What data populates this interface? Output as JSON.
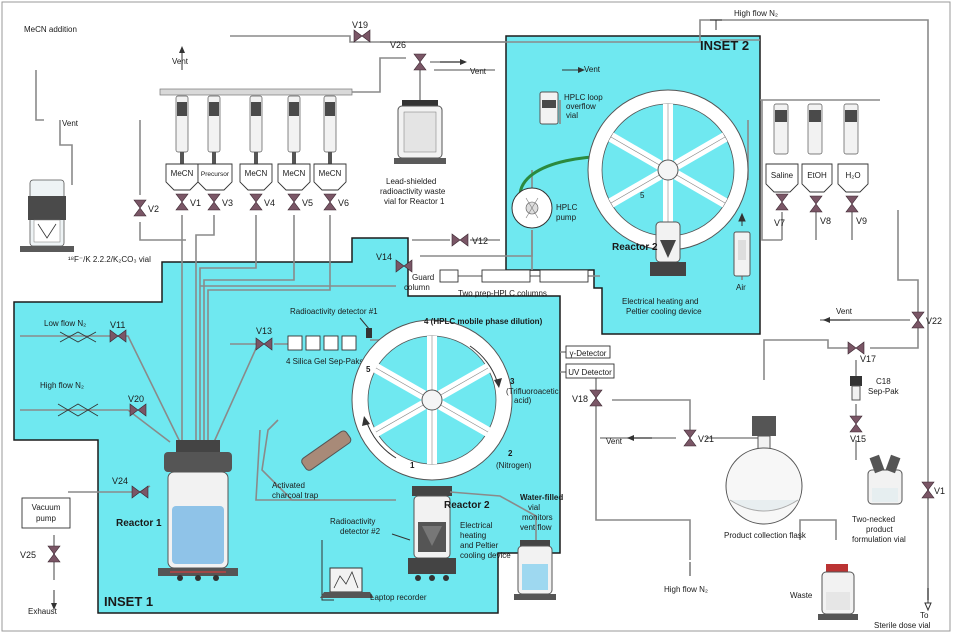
{
  "insets": {
    "inset1": "INSET 1",
    "inset2": "INSET 2"
  },
  "reactors": {
    "reactor1": "Reactor 1",
    "reactor2_main": "Reactor 2",
    "reactor2_inset": "Reactor 2"
  },
  "valves": [
    "V1",
    "V2",
    "V3",
    "V4",
    "V5",
    "V6",
    "V7",
    "V8",
    "V9",
    "V11",
    "V12",
    "V13",
    "V14",
    "V15",
    "V17",
    "V18",
    "V19",
    "V20",
    "V21",
    "V22",
    "V24",
    "V25",
    "V26",
    "V1"
  ],
  "reagent_vials": [
    "MeCN",
    "Precursor",
    "MeCN",
    "MeCN",
    "MeCN"
  ],
  "formulation_vials": [
    "Saline",
    "EtOH",
    "H₂O"
  ],
  "labels": {
    "mecn_addition": "MeCN addition",
    "vent_a": "Vent",
    "vent_b": "Vent",
    "vent_c": "Vent",
    "vent_d": "Vent",
    "vent_e": "Vent",
    "vent_f": "Vent",
    "f18_vial": "¹⁸F⁻/K 2.2.2/K₂CO₃ vial",
    "waste_vial_1": "Lead-shielded",
    "waste_vial_2": "radioactivity waste",
    "waste_vial_3": "vial for Reactor 1",
    "high_flow_n2_top": "High flow N₂",
    "hplc_loop_1": "HPLC loop",
    "hplc_loop_2": "overflow",
    "hplc_loop_3": "vial",
    "hplc_pump_1": "HPLC",
    "hplc_pump_2": "pump",
    "air": "Air",
    "guard_column_1": "Guard",
    "guard_column_2": "column",
    "prep_hplc": "Two prep-HPLC columns",
    "heating_inset2_1": "Electrical heating and",
    "heating_inset2_2": "Peltier cooling device",
    "low_flow_n2": "Low flow N₂",
    "high_flow_n2_left": "High flow N₂",
    "rad_detector_1": "Radioactivity detector #1",
    "silica": "4 Silica Gel Sep-Paks",
    "pos4": "4 (HPLC mobile phase dilution)",
    "pos5": "5",
    "pos3_1": "3",
    "pos3_2": "(Trifluoroacetic",
    "pos3_3": "acid)",
    "pos2_1": "2",
    "pos2_2": "(Nitrogen)",
    "pos1": "1",
    "gamma_detector": "γ-Detector",
    "uv_detector": "UV Detector",
    "c18_1": "C18",
    "c18_2": "Sep-Pak",
    "vacuum_1": "Vacuum",
    "vacuum_2": "pump",
    "exhaust": "Exhaust",
    "charcoal_1": "Activated",
    "charcoal_2": "charcoal trap",
    "rad_detector_2_1": "Radioactivity",
    "rad_detector_2_2": "detector #2",
    "heating_main_1": "Electrical",
    "heating_main_2": "heating",
    "heating_main_3": "and Peltier",
    "heating_main_4": "cooling device",
    "water_vial_1": "Water-filled",
    "water_vial_2": "vial",
    "water_vial_3": "monitors",
    "water_vial_4": "vent flow",
    "laptop": "Laptop recorder",
    "product_flask": "Product collection flask",
    "high_flow_n2_bottom": "High flow N₂",
    "waste": "Waste",
    "formulation_1": "Two-necked",
    "formulation_2": "product",
    "formulation_3": "formulation vial",
    "sterile_1": "To",
    "sterile_2": "Sterile dose vial"
  },
  "colors": {
    "inset_fill": "#6fe8f0",
    "valve": "#7a5666",
    "pump_loop": "#2b8a3e"
  }
}
